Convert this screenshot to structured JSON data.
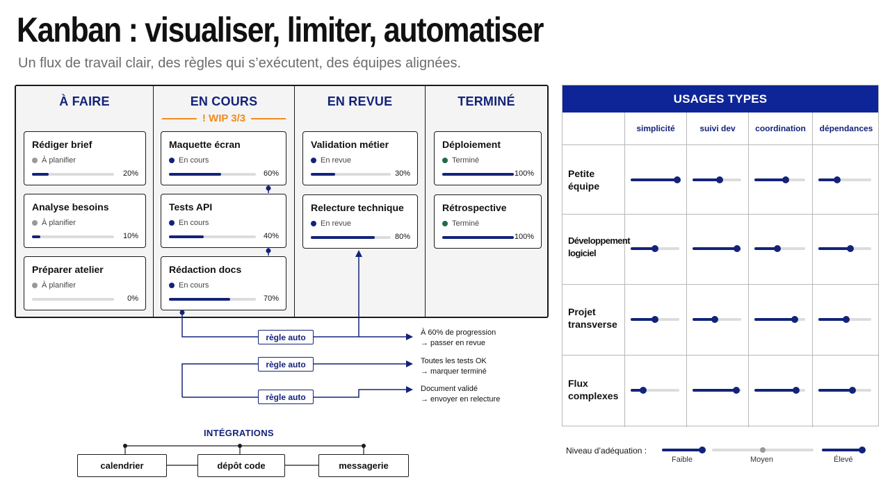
{
  "title": "Kanban : visualiser, limiter, automatiser",
  "subtitle": "Un flux de travail clair, des règles qui s’exécutent, des équipes alignées.",
  "colors": {
    "navy": "#13237a",
    "header_blue": "#0d2596",
    "wip_orange": "#f08c1a",
    "done_green": "#1f6b4a",
    "todo_gray": "#999999"
  },
  "board": {
    "columns": [
      {
        "id": "todo",
        "header": "À FAIRE",
        "cards": [
          {
            "title": "Rédiger brief",
            "status": "À planifier",
            "status_type": "todo",
            "progress": 0.2,
            "progress_label": "20%"
          },
          {
            "title": "Analyse besoins",
            "status": "À planifier",
            "status_type": "todo",
            "progress": 0.1,
            "progress_label": "10%"
          },
          {
            "title": "Préparer atelier",
            "status": "À planifier",
            "status_type": "todo",
            "progress": 0.0,
            "progress_label": "0%"
          }
        ]
      },
      {
        "id": "doing",
        "header": "EN COURS",
        "wip": "! WIP 3/3",
        "cards": [
          {
            "title": "Maquette écran",
            "status": "En cours",
            "status_type": "active",
            "progress": 0.6,
            "progress_label": "60%"
          },
          {
            "title": "Tests API",
            "status": "En cours",
            "status_type": "active",
            "progress": 0.4,
            "progress_label": "40%"
          },
          {
            "title": "Rédaction docs",
            "status": "En cours",
            "status_type": "active",
            "progress": 0.7,
            "progress_label": "70%"
          }
        ]
      },
      {
        "id": "review",
        "header": "EN REVUE",
        "cards": [
          {
            "title": "Validation métier",
            "status": "En revue",
            "status_type": "active",
            "progress": 0.3,
            "progress_label": "30%"
          },
          {
            "title": "Relecture technique",
            "status": "En revue",
            "status_type": "active",
            "progress": 0.8,
            "progress_label": "80%"
          }
        ]
      },
      {
        "id": "done",
        "header": "TERMINÉ",
        "cards": [
          {
            "title": "Déploiement",
            "status": "Terminé",
            "status_type": "done",
            "progress": 1.0,
            "progress_label": "100%"
          },
          {
            "title": "Rétrospective",
            "status": "Terminé",
            "status_type": "done",
            "progress": 1.0,
            "progress_label": "100%"
          }
        ]
      }
    ]
  },
  "rules": [
    {
      "label": "règle auto",
      "note_line1": "À 60% de progression",
      "note_line2": "→ passer en revue"
    },
    {
      "label": "règle auto",
      "note_line1": "Toutes les tests OK",
      "note_line2": "→ marquer terminé"
    },
    {
      "label": "règle auto",
      "note_line1": "Document validé",
      "note_line2": "→ envoyer en relecture"
    }
  ],
  "integrations": {
    "title": "INTÉGRATIONS",
    "items": [
      "calendrier",
      "dépôt code",
      "messagerie"
    ]
  },
  "usages": {
    "title": "USAGES TYPES",
    "columns": [
      "simplicité",
      "suivi dev",
      "coordination",
      "dépendances"
    ],
    "rows": [
      {
        "label_line1": "Petite",
        "label_line2": "équipe",
        "values": [
          0.95,
          0.55,
          0.62,
          0.35
        ]
      },
      {
        "label_line1": "Développement",
        "label_line2": "logiciel",
        "values": [
          0.5,
          0.92,
          0.45,
          0.6
        ]
      },
      {
        "label_line1": "Projet",
        "label_line2": "transverse",
        "values": [
          0.5,
          0.45,
          0.8,
          0.52
        ]
      },
      {
        "label_line1": "Flux",
        "label_line2": "complexes",
        "values": [
          0.25,
          0.9,
          0.82,
          0.65
        ]
      }
    ]
  },
  "legend": {
    "label": "Niveau d’adéquation :",
    "levels": [
      {
        "name": "Faible",
        "value": 1.0
      },
      {
        "name": "Moyen",
        "value": 0.5
      },
      {
        "name": "Élevé",
        "value": 1.0
      }
    ]
  }
}
